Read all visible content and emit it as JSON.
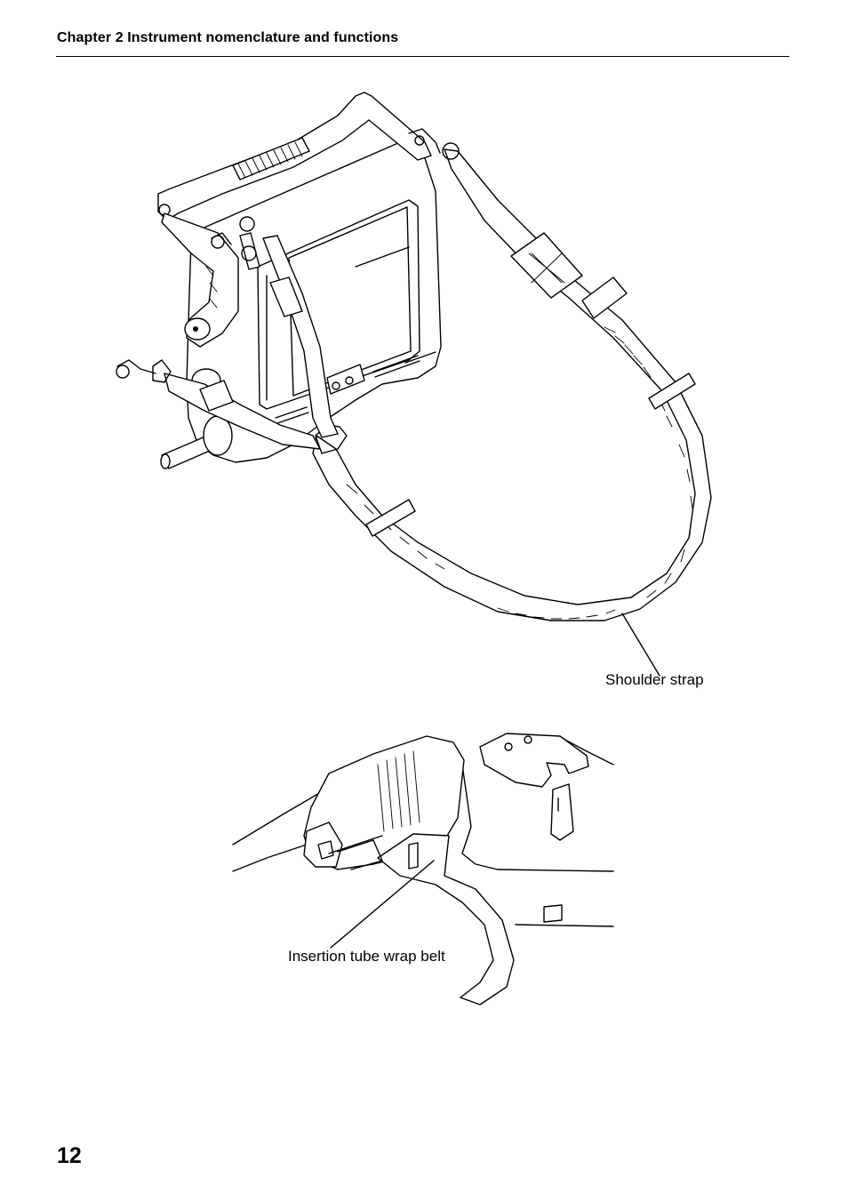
{
  "header": {
    "chapter_title": "Chapter 2 Instrument nomenclature and functions"
  },
  "figures": {
    "top": {
      "callout": "Shoulder strap"
    },
    "bottom": {
      "callout": "Insertion tube wrap belt"
    }
  },
  "footer": {
    "page_number": "12"
  }
}
